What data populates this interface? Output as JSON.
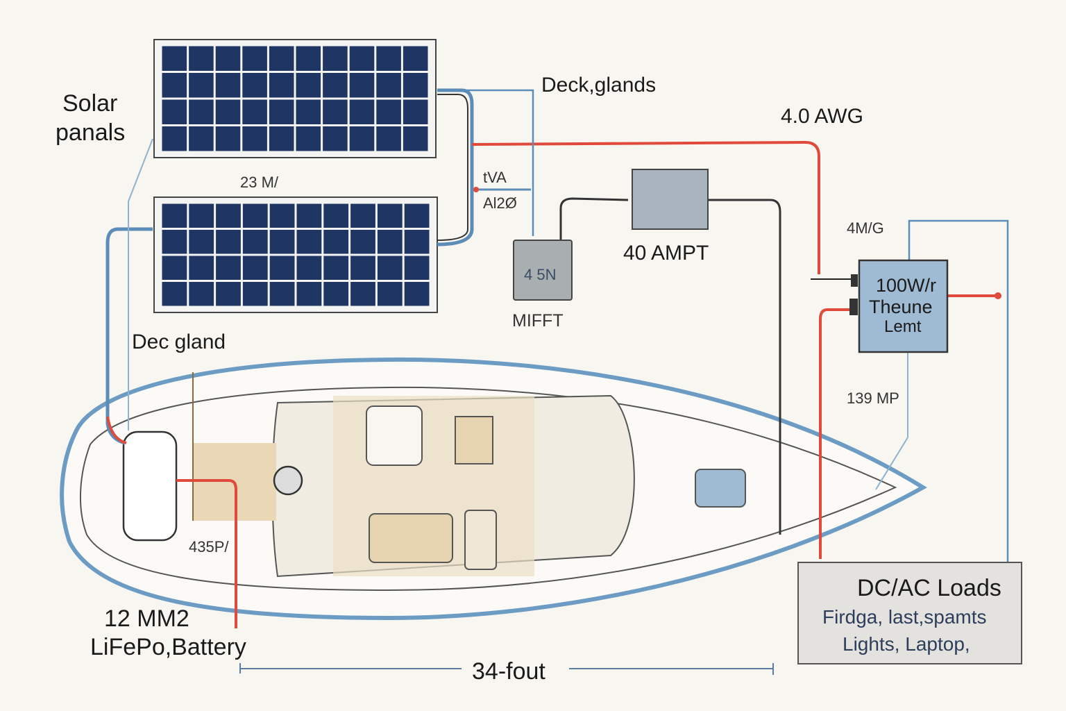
{
  "title": "Boat solar wiring diagram",
  "labels": {
    "solar_panels_line1": "Solar",
    "solar_panels_line2": "panals",
    "deck_glands": "Deck,glands",
    "awg": "4.0 AWG",
    "panel_watts": "23 M/",
    "tva": "tVA",
    "a120": "Al2Ø",
    "mppt_box": "4 5N",
    "mppt_label": "MIFFT",
    "controller_label": "40 AMPT",
    "inverter_top": "4M/G",
    "inverter_line1": "100W/r",
    "inverter_line2": "Theune",
    "inverter_line3": "Lemt",
    "inverter_bottom": "139 MP",
    "deck_gland": "Dec gland",
    "battery_size": "435P/",
    "cable_size": "12 MM2",
    "battery": "LiFePo,Battery",
    "length": "34-fout"
  },
  "loads": {
    "title": "DC/AC Loads",
    "line1": "Firdga, last,spamts",
    "line2": "Lights, Laptop,"
  },
  "colors": {
    "panel": "#1f3563",
    "positive_wire": "#e04a3c",
    "blue_wire": "#5b8db8",
    "hull": "#6c9cc4",
    "controller": "#a9b3bd",
    "inverter": "#9fbbd3",
    "loads_box": "#e4e2de"
  },
  "panels": {
    "rows": 4,
    "cols": 10
  }
}
